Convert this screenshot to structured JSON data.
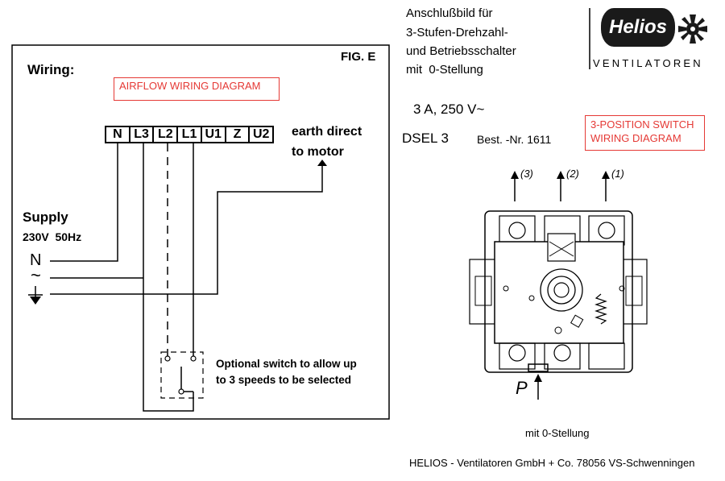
{
  "fig": {
    "wiring_label": "Wiring:",
    "fig_label": "FIG. E",
    "airflow_tag": "AIRFLOW WIRING DIAGRAM",
    "terminals": [
      "N",
      "L3",
      "L2",
      "L1",
      "U1",
      "Z",
      "U2"
    ],
    "earth_line1": "earth direct",
    "earth_line2": "to motor",
    "supply_label": "Supply",
    "supply_value": "230V  50Hz",
    "n_symbol": "N",
    "ac_symbol": "~",
    "switch_note_line1": "Optional switch to allow up",
    "switch_note_line2": "to 3 speeds to be selected"
  },
  "header": {
    "line1": "Anschlußbild für",
    "line2": "3-Stufen-Drehzahl-",
    "line3": "und Betriebsschalter",
    "line4": "mit  0-Stellung",
    "brand": "Helios",
    "brand_sub": "VENTILATOREN"
  },
  "rating": "3 A, 250 V~",
  "model": "DSEL 3",
  "order_no": "Best. -Nr. 1611",
  "switch_tag_line1": "3-POSITION SWITCH",
  "switch_tag_line2": "WIRING DIAGRAM",
  "arrows": [
    "(3)",
    "(2)",
    "(1)"
  ],
  "p_label": "P",
  "zero_label": "mit 0-Stellung",
  "footer": "HELIOS - Ventilatoren GmbH + Co. 78056 VS-Schwenningen"
}
